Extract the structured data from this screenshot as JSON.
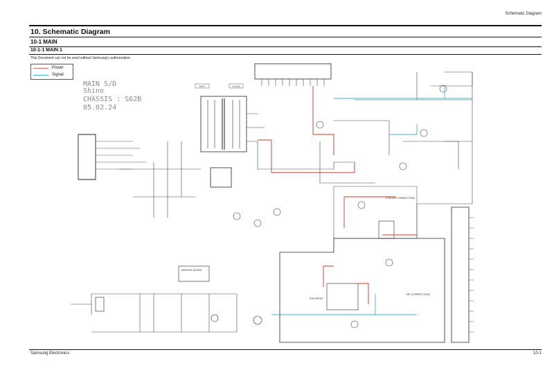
{
  "header": {
    "running_title": "Schematic Diagram"
  },
  "page_title": "10. Schematic Diagram",
  "section_title": "10-1 MAIN",
  "subsection_title": "10-1-1 MAIN 1",
  "notice": "This Document can not be used without Samsung's authorization.",
  "legend": {
    "items": [
      {
        "label": "Power",
        "color": "#e07070"
      },
      {
        "label": "Signal",
        "color": "#3fb6c8"
      }
    ]
  },
  "schematic": {
    "stamp_lines": [
      "MAIN S/D",
      "Shine",
      "CHASSIS : S62B",
      "05.02.24"
    ],
    "tags": {
      "hot": "HOT",
      "cold": "COLD"
    },
    "block_labels": {
      "focus": "FOCUS CORRECTION",
      "ew": "EW DRIVE",
      "ns": "NS CORRECTION",
      "bridge": "BRIDGE DIODE"
    },
    "colors": {
      "line": "#444444",
      "power": "#c0392b",
      "signal": "#3fb6c8"
    }
  },
  "footer": {
    "company": "Samsung Electronics",
    "page_number": "10-1"
  }
}
